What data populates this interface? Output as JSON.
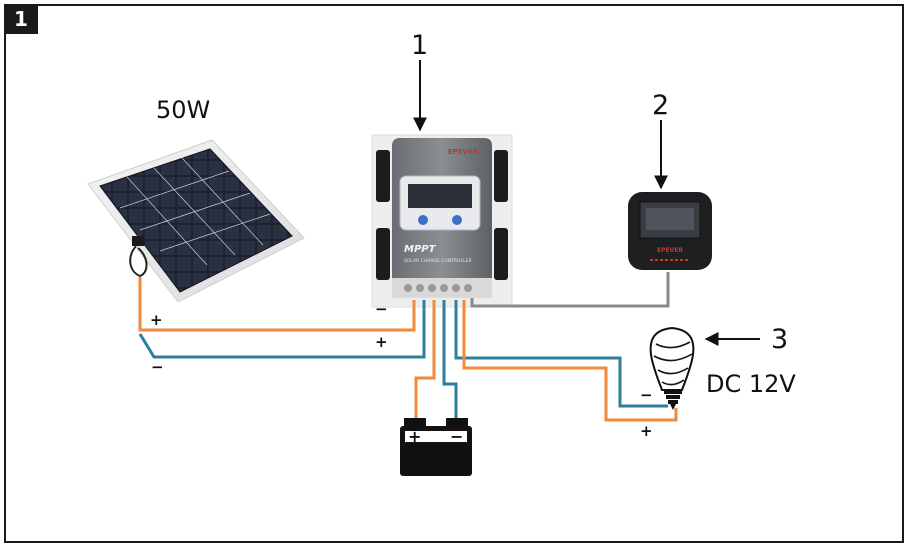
{
  "figure_number": "1",
  "panel": {
    "label": "50W"
  },
  "callouts": {
    "controller": "1",
    "meter": "2",
    "lamp": "3"
  },
  "lamp": {
    "label": "DC 12V"
  },
  "controller": {
    "brand": "EPEVER",
    "model": "MPPT",
    "subtitle": "SOLAR CHARGE CONTROLLER"
  },
  "meter": {
    "brand": "EPEVER"
  },
  "signs": {
    "panel_plus": "+",
    "panel_minus": "−",
    "ctrl_minus": "−",
    "ctrl_plus": "+",
    "battery_plus": "+",
    "battery_minus": "−",
    "lamp_minus": "−",
    "lamp_plus": "+"
  },
  "colors": {
    "positive_wire": "#f08a3c",
    "negative_wire": "#2e7f9e",
    "comm_cable": "#8a8a8a",
    "frame": "#1a1a1a"
  }
}
